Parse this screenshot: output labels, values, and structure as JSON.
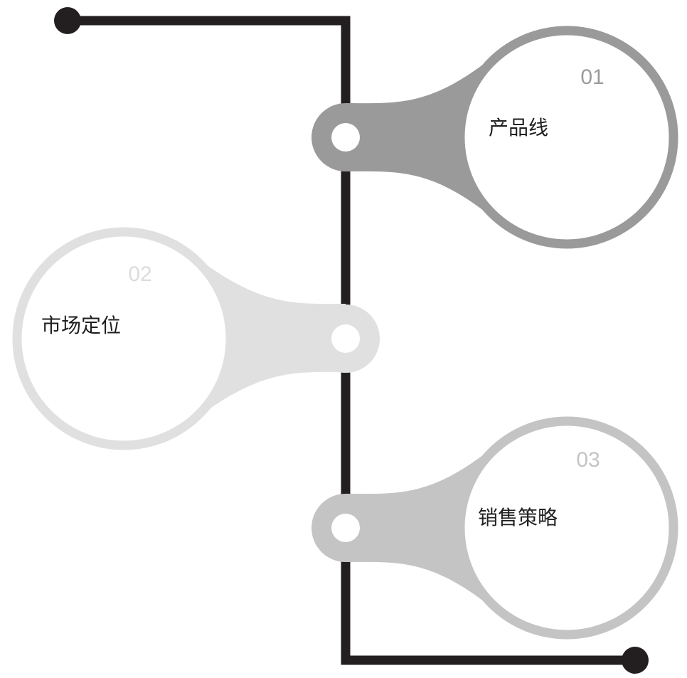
{
  "diagram": {
    "items": [
      {
        "number": "01",
        "label": "产品线",
        "color": "#9a9a9a"
      },
      {
        "number": "02",
        "label": "市场定位",
        "color": "#e0e0e0"
      },
      {
        "number": "03",
        "label": "销售策略",
        "color": "#c4c4c4"
      }
    ],
    "line_color": "#231f20",
    "text_color": "#1f1f1f"
  }
}
